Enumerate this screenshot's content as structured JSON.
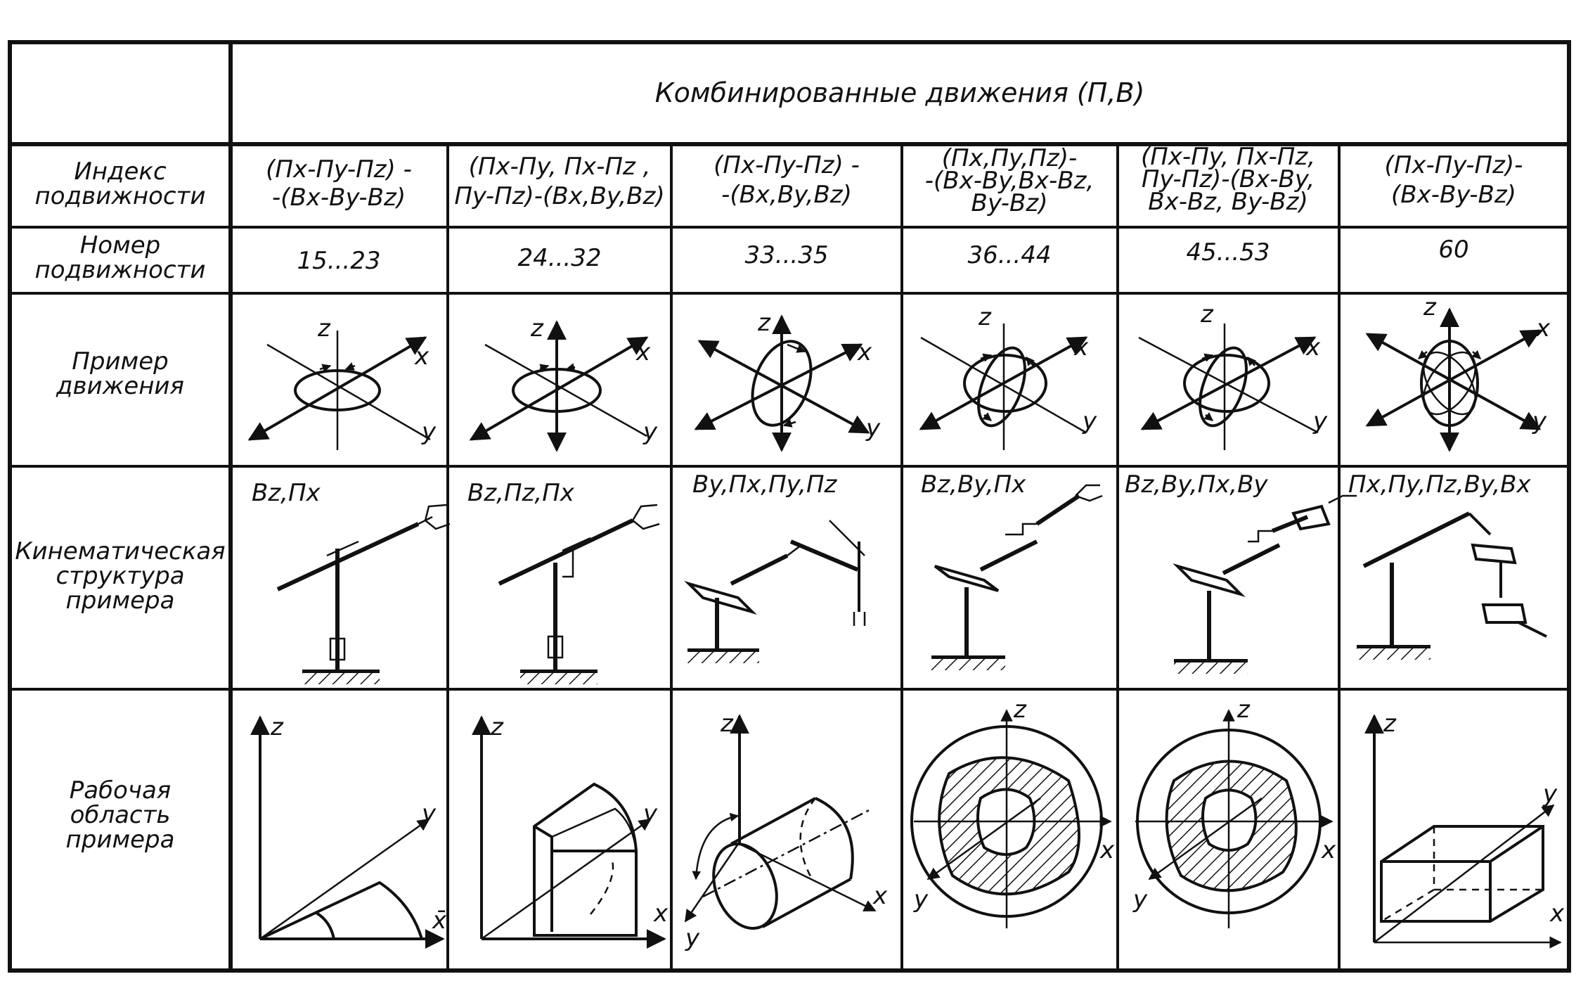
{
  "table": {
    "main_header": "Комбинированные движения (П,В)",
    "row_labels": {
      "index": [
        "Индекс",
        "подвижности"
      ],
      "number": [
        "Номер",
        "подвижности"
      ],
      "motion": [
        "Пример",
        "движения"
      ],
      "kinematic": [
        "Кинематическая",
        "структура",
        "примера"
      ],
      "workspace": [
        "Рабочая",
        "область",
        "примера"
      ]
    },
    "columns": [
      {
        "index_lines": [
          "(Пx-Пy-Пz) -",
          "-(Bx-By-Bz)"
        ],
        "number": "15...23",
        "kinematic_label": "Bz,Пx"
      },
      {
        "index_lines": [
          "(Пx-Пy, Пx-Пz ,",
          "Пy-Пz)-(Bx,By,Bz)"
        ],
        "number": "24...32",
        "kinematic_label": "Bz,Пz,Пx"
      },
      {
        "index_lines": [
          "(Пx-Пy-Пz) -",
          "-(Bx,By,Bz)"
        ],
        "number": "33...35",
        "kinematic_label": "By,Пx,Пy,Пz"
      },
      {
        "index_lines": [
          "(Пx,Пy,Пz)-",
          "-(Bx-By,Bx-Bz,",
          "By-Bz)"
        ],
        "number": "36...44",
        "kinematic_label": "Bz,By,Пx"
      },
      {
        "index_lines": [
          "(Пx-Пy, Пx-Пz,",
          "Пy-Пz)-(Bx-By,",
          "Bx-Bz, By-Bz)"
        ],
        "number": "45...53",
        "kinematic_label": "Bz,By,Пx,By"
      },
      {
        "index_lines": [
          "(Пx-Пy-Пz)-",
          "(Bx-By-Bz)"
        ],
        "number": "60",
        "kinematic_label": "Пx,Пy,Пz,By,Bx"
      }
    ],
    "axes": {
      "x": "x",
      "y": "y",
      "z": "z",
      "x_bar": "x̄"
    }
  }
}
